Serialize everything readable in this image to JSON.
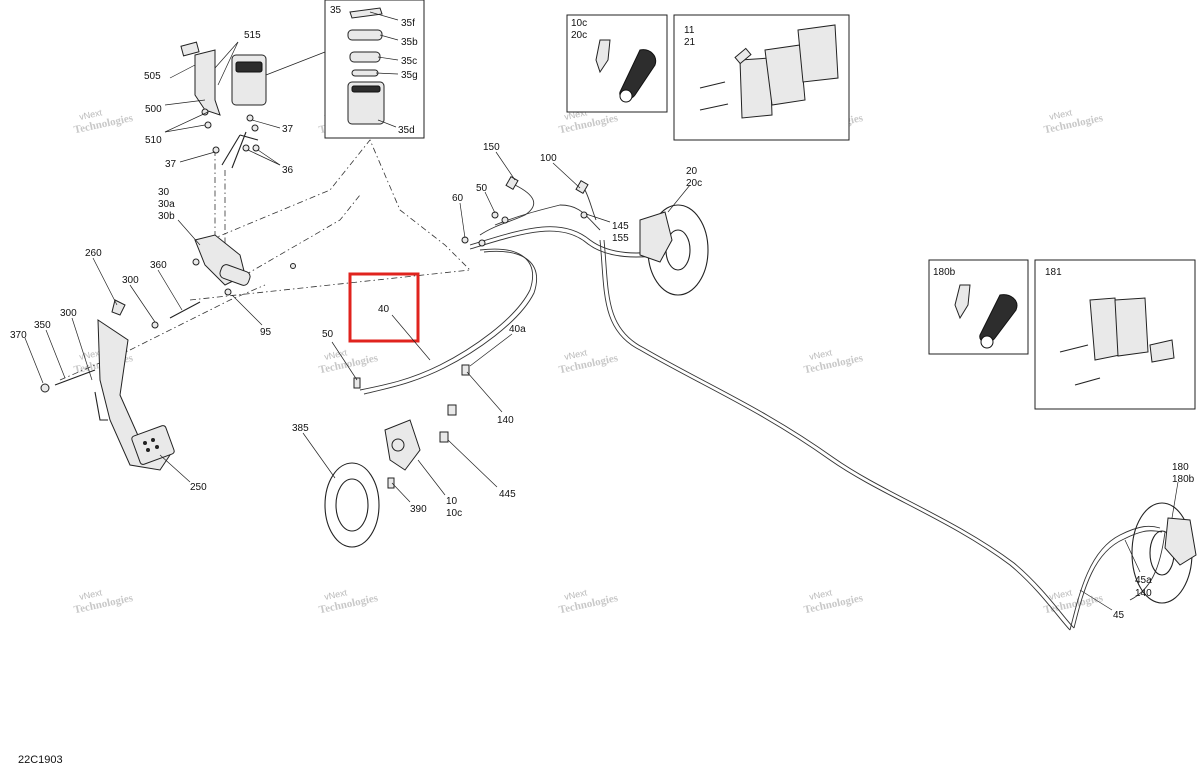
{
  "diagram_code": "22C1903",
  "watermark": {
    "line1": "vNext",
    "line2": "Technologies"
  },
  "highlight_label": "40",
  "callouts": {
    "c505": "505",
    "c515": "515",
    "c500": "500",
    "c510": "510",
    "c37a": "37",
    "c37b": "37",
    "c36": "36",
    "c30": "30",
    "c30a": "30a",
    "c30b": "30b",
    "c260": "260",
    "c300a": "300",
    "c360": "360",
    "c95": "95",
    "c370": "370",
    "c350": "350",
    "c300b": "300",
    "c250": "250",
    "c35": "35",
    "c35f": "35f",
    "c35b": "35b",
    "c35c": "35c",
    "c35g": "35g",
    "c35d": "35d",
    "c10c_box": "10c",
    "c20c_box": "20c",
    "c11": "11",
    "c21": "21",
    "c150": "150",
    "c100": "100",
    "c50a": "50",
    "c60": "60",
    "c145": "145",
    "c155": "155",
    "c20": "20",
    "c20c": "20c",
    "c40": "40",
    "c50b": "50",
    "c40a": "40a",
    "c140a": "140",
    "c385": "385",
    "c390": "390",
    "c10": "10",
    "c10c": "10c",
    "c445": "445",
    "c180b_box": "180b",
    "c181": "181",
    "c180": "180",
    "c180b": "180b",
    "c45a": "45a",
    "c140b": "140",
    "c45": "45"
  }
}
